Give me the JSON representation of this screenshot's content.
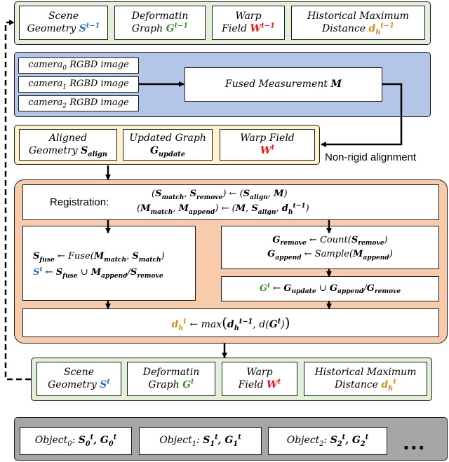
{
  "top_state": {
    "scene_geometry": {
      "line1": "Scene",
      "line2": "Geometry",
      "sym": "S",
      "sup": "t−1"
    },
    "deformation_graph": {
      "line1": "Deformatin",
      "line2": "Graph",
      "sym": "G",
      "sup": "t−1"
    },
    "warp_field": {
      "line1": "Warp",
      "line2": "Field",
      "sym": "W",
      "sup": "t−1"
    },
    "historical_max_distance": {
      "line1": "Historical Maximum",
      "line2": "Distance",
      "sym": "d",
      "sub": "h",
      "sup": "t−1"
    }
  },
  "cameras": [
    {
      "prefix": "camera",
      "sub": "0",
      "suffix": " RGBD image"
    },
    {
      "prefix": "camera",
      "sub": "1",
      "suffix": " RGBD image"
    },
    {
      "prefix": "camera",
      "sub": "2",
      "suffix": " RGBD image"
    }
  ],
  "fused": {
    "text": "Fused  Measurement ",
    "sym": "M"
  },
  "aligned": {
    "geometry": {
      "line1": "Aligned",
      "line2": "Geometry ",
      "sym": "S",
      "sub": "align"
    },
    "graph": {
      "line1": "Updated Graph",
      "sym": "G",
      "sub": "update"
    },
    "warp": {
      "line1": "Warp Field",
      "sym": "W",
      "sup": "t"
    }
  },
  "nonrigid_label": "Non-rigid alignment",
  "registration": {
    "label": "Registration:",
    "eq1": "(S_match, S_remove) ← (S_align, M)",
    "eq2": "(M_match, M_append) ← (M, S_align, d_h^(t−1))"
  },
  "fuse_eqs": {
    "eq1": "S_fuse ← Fuse(M_match, S_match)",
    "eq2": "S^t ← S_fuse ∪ M_append / S_remove"
  },
  "graph_eqs": {
    "eq1": "G_remove ← Count(S_remove)",
    "eq2": "G_append ← Sample(M_append)"
  },
  "graph_update_eq": "G^t ← G_update ∪ G_append / G_remove",
  "dist_eq": "d_h^t ← max(d_h^(t−1), d(G^t))",
  "bottom_state": {
    "scene_geometry": {
      "line1": "Scene",
      "line2": "Geometry",
      "sym": "S",
      "sup": "t"
    },
    "deformation_graph": {
      "line1": "Deformatin",
      "line2": "Graph",
      "sym": "G",
      "sup": "t"
    },
    "warp_field": {
      "line1": "Warp",
      "line2": "Field",
      "sym": "W",
      "sup": "t"
    },
    "historical_max_distance": {
      "line1": "Historical Maximum",
      "line2": "Distance",
      "sym": "d",
      "sub": "h",
      "sup": "t"
    }
  },
  "objects": [
    {
      "prefix": "Object",
      "sub": "0",
      "s": "S",
      "g": "G",
      "idx": "0",
      "sup": "t"
    },
    {
      "prefix": "Object",
      "sub": "1",
      "s": "S",
      "g": "G",
      "idx": "1",
      "sup": "t"
    },
    {
      "prefix": "Object",
      "sub": "2",
      "s": "S",
      "g": "G",
      "idx": "2",
      "sup": "t"
    }
  ],
  "ellipsis": "...",
  "colors": {
    "green_panel": "#e2efd9",
    "blue_panel": "#b4c6e7",
    "yellow_panel": "#fff2cc",
    "peach_panel": "#f8cbad",
    "gray_panel": "#a6a6a6",
    "geometry_sym": "#2e74b5",
    "graph_sym": "#3f8f32",
    "warp_sym": "#e0161b",
    "distance_sym": "#c8901a"
  }
}
